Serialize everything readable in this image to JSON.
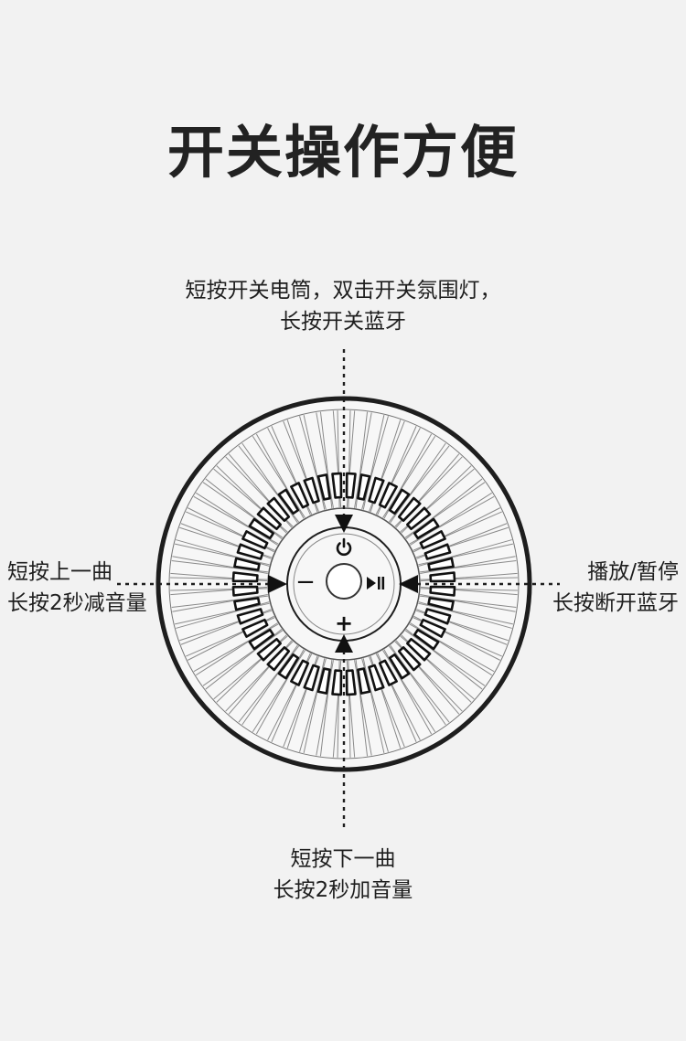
{
  "title": "开关操作方便",
  "callouts": {
    "top": {
      "line1": "短按开关电筒，双击开关氛围灯，",
      "line2": "长按开关蓝牙"
    },
    "left": {
      "line1": "短按上一曲",
      "line2": "长按2秒减音量"
    },
    "right": {
      "line1": "播放/暂停",
      "line2": "长按断开蓝牙"
    },
    "bottom": {
      "line1": "短按下一曲",
      "line2": "长按2秒加音量"
    }
  },
  "buttons": {
    "power": {
      "icon": "power-icon"
    },
    "minus": {
      "icon": "minus-icon",
      "label": "−"
    },
    "plus": {
      "icon": "plus-icon",
      "label": "+"
    },
    "play_pause": {
      "icon": "play-pause-icon"
    }
  },
  "colors": {
    "background": "#f2f2f2",
    "line": "#1e1e1e",
    "speaker_face": "#f7f7f7"
  }
}
